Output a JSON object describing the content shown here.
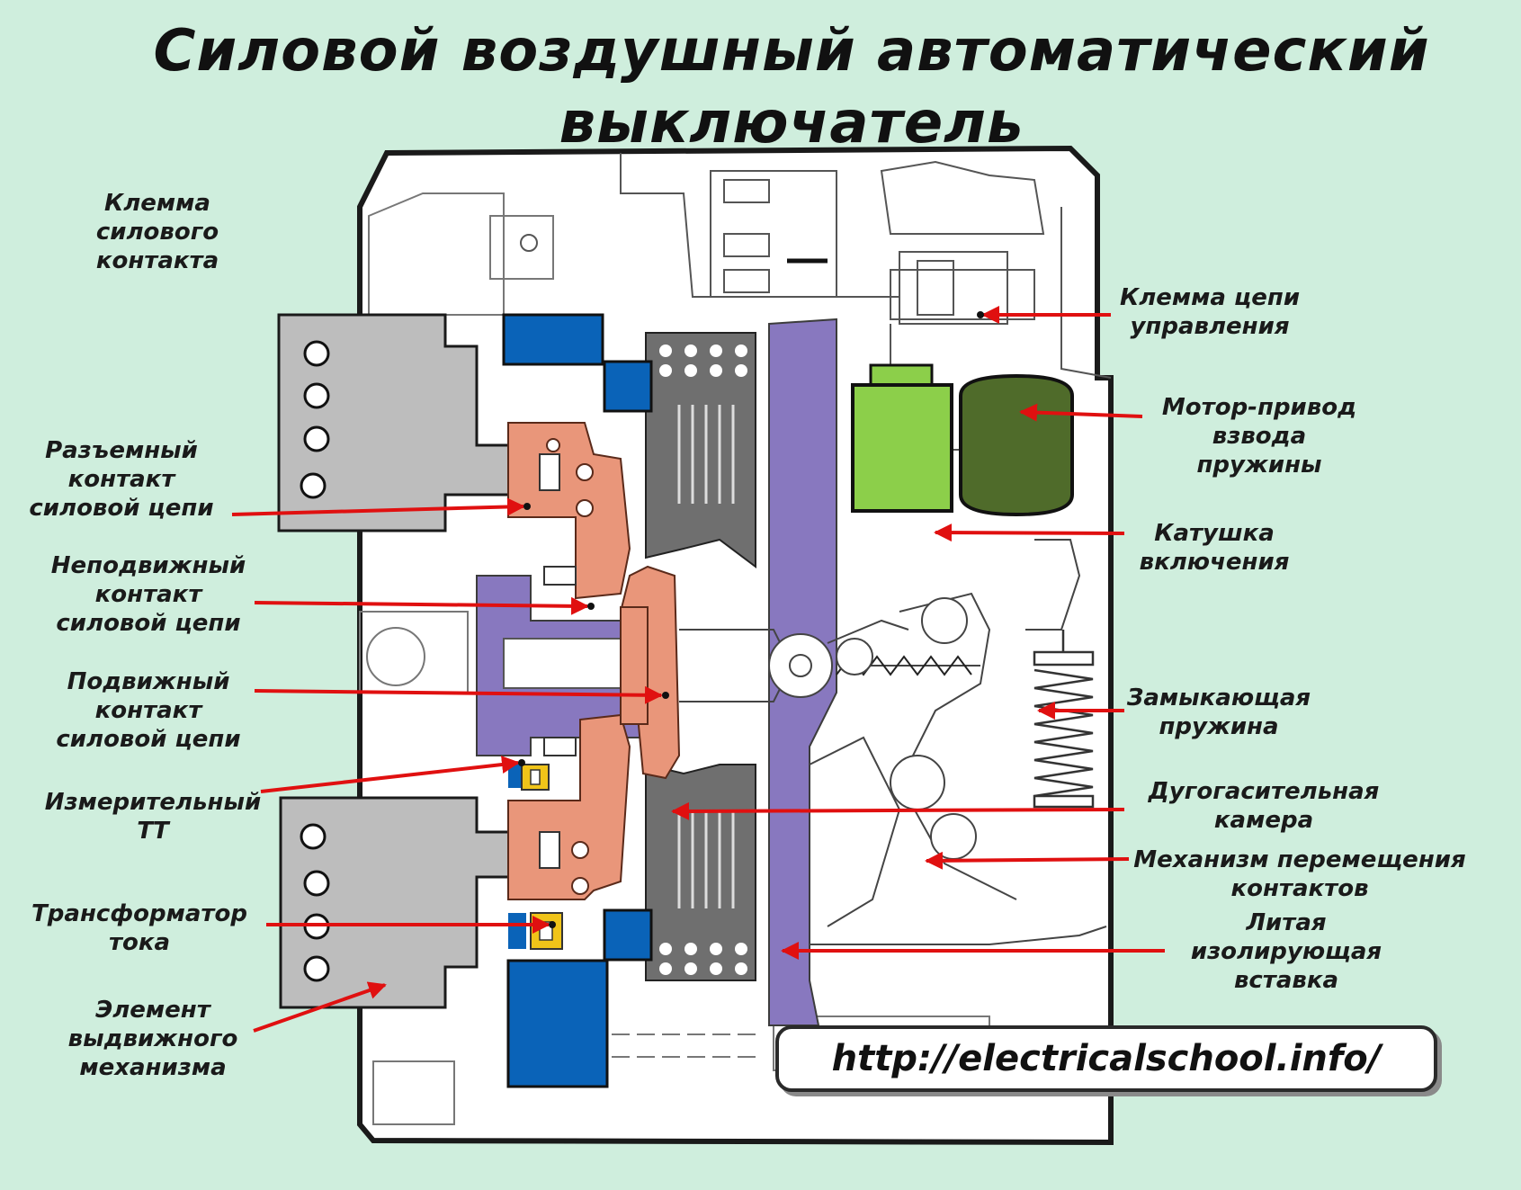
{
  "title": {
    "line1": "Силовой воздушный автоматический",
    "line2": "выключатель"
  },
  "labels_left": {
    "terminal": [
      "Клемма",
      "силового",
      "контакта"
    ],
    "detachable": [
      "Разъемный",
      "контакт",
      "силовой цепи"
    ],
    "fixed": [
      "Неподвижный",
      "контакт",
      "силовой цепи"
    ],
    "moving": [
      "Подвижный",
      "контакт",
      "силовой цепи"
    ],
    "measuring": [
      "Измерительный",
      "ТТ"
    ],
    "transformer": [
      "Трансформатор",
      "тока"
    ],
    "withdraw": [
      "Элемент",
      "выдвижного",
      "механизма"
    ]
  },
  "labels_right": {
    "control_terminal": [
      "Клемма цепи",
      "управления"
    ],
    "motor": [
      "Мотор-привод",
      "взвода",
      "пружины"
    ],
    "coil": [
      "Катушка",
      "включения"
    ],
    "spring": [
      "Замыкающая",
      "пружина"
    ],
    "arc": [
      "Дугогасительная",
      "камера"
    ],
    "mechanism": [
      "Механизм перемещения",
      "контактов"
    ],
    "insert": [
      "Литая",
      "изолирующая",
      "вставка"
    ]
  },
  "url": "http://electricalschool.info/",
  "colors": {
    "background": "#cfeedd",
    "copper": "#e9967a",
    "blue": "#0a63b8",
    "purple": "#8878bf",
    "gray": "#bdbdbd",
    "chamber": "#6f6f6f",
    "coil_green": "#8ccf4a",
    "motor_green": "#4f6b2a",
    "yellow": "#f0c419",
    "arrow": "#e01010"
  }
}
